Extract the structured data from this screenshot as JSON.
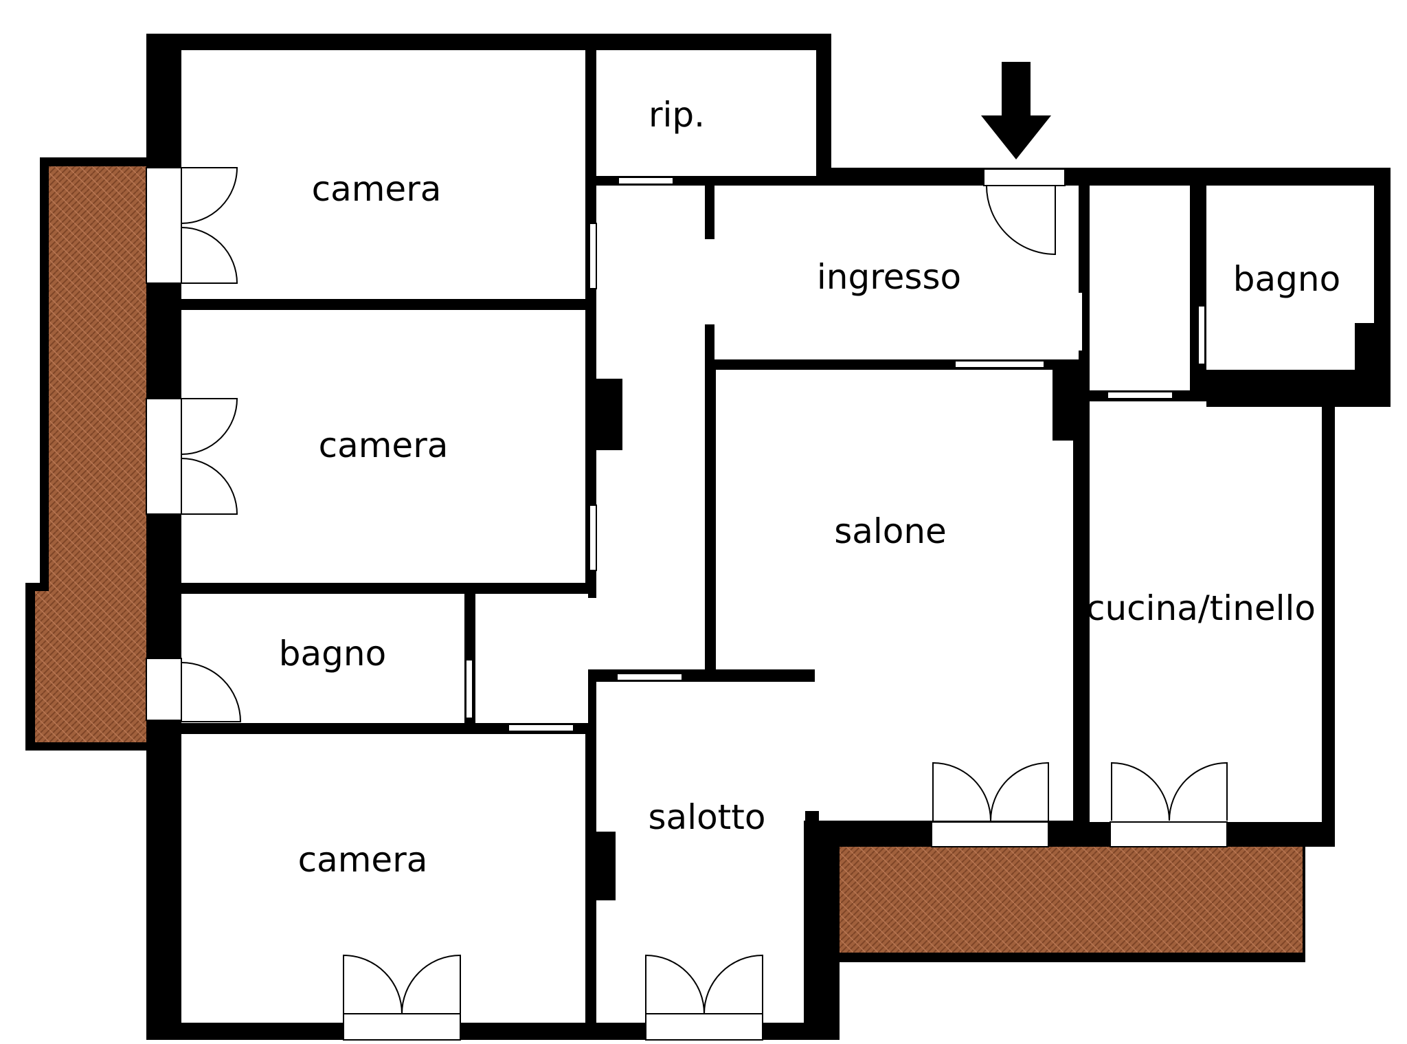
{
  "rooms": {
    "camera_top": "camera",
    "rip": "rip.",
    "ingresso": "ingresso",
    "bagno_right": "bagno",
    "camera_middle": "camera",
    "salone": "salone",
    "cucina": "cucina/tinello",
    "bagno_left": "bagno",
    "salotto": "salotto",
    "camera_bottom": "camera"
  },
  "colors": {
    "wall": "#000000",
    "floor": "#ffffff",
    "terrace": "#a0603c",
    "terrace_dark": "#7e4527"
  },
  "icons": {
    "entrance": "entrance-arrow-icon",
    "door": "door-swing-icon",
    "terrace": "terrace-hatch"
  }
}
